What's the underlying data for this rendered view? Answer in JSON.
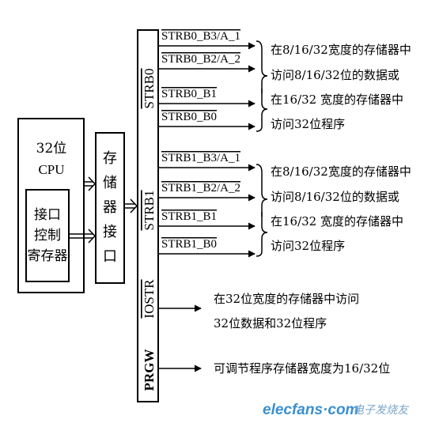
{
  "cpu": {
    "line1": "32位",
    "line2": "CPU",
    "register": [
      "接口",
      "控制",
      "寄存器"
    ]
  },
  "memory_interface": [
    "存",
    "储",
    "器",
    "接",
    "口"
  ],
  "bus": {
    "strb0": "STRB0",
    "strb1": "STRB1",
    "iostr": "IOSTR",
    "prgw": "PRGW"
  },
  "signals": {
    "strb0": [
      "STRB0_B3/A_1",
      "STRB0_B2/A_2",
      "STRB0_B1",
      "STRB0_B0"
    ],
    "strb1": [
      "STRB1_B3/A_1",
      "STRB1_B2/A_2",
      "STRB1_B1",
      "STRB1_B0"
    ]
  },
  "descriptions": {
    "strb0": [
      "在8/16/32宽度的存储器中",
      "访问8/16/32位的数据或",
      "在16/32 宽度的存储器中",
      "访问32位程序"
    ],
    "strb1": [
      "在8/16/32宽度的存储器中",
      "访问8/16/32位的数据或",
      "在16/32 宽度的存储器中",
      "访问32位程序"
    ],
    "iostr": [
      "在32位宽度的存储器中访问",
      "32位数据和32位程序"
    ],
    "prgw": [
      "可调节程序存储器宽度为16/32位"
    ]
  },
  "watermark": {
    "domain": "elecfans·com",
    "cn": "电子发烧友"
  }
}
